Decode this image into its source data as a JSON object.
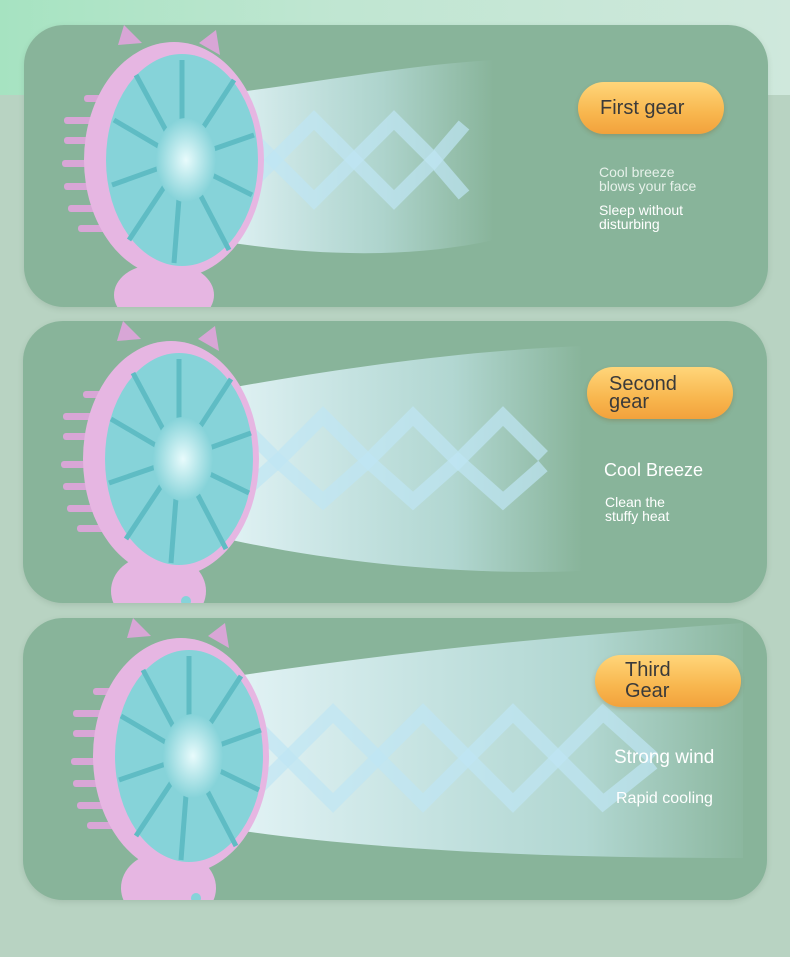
{
  "panels": [
    {
      "badge": "First gear",
      "line1": "Cool breeze\nblows your face",
      "line2": "Sleep without\ndisturbing"
    },
    {
      "badge": "Second\ngear",
      "line1": "Cool Breeze",
      "line2": "Clean the\nstuffy heat"
    },
    {
      "badge": "Third\nGear",
      "line1": "Strong wind",
      "line2": "Rapid cooling"
    }
  ],
  "colors": {
    "background": "#b8d3c2",
    "panel": "#88b49a",
    "fan_body": "#e6b6e2",
    "fan_blades": "#86d3d9",
    "badge": "#f8b64e"
  },
  "icons": [
    "fan-icon",
    "airflow-icon"
  ]
}
